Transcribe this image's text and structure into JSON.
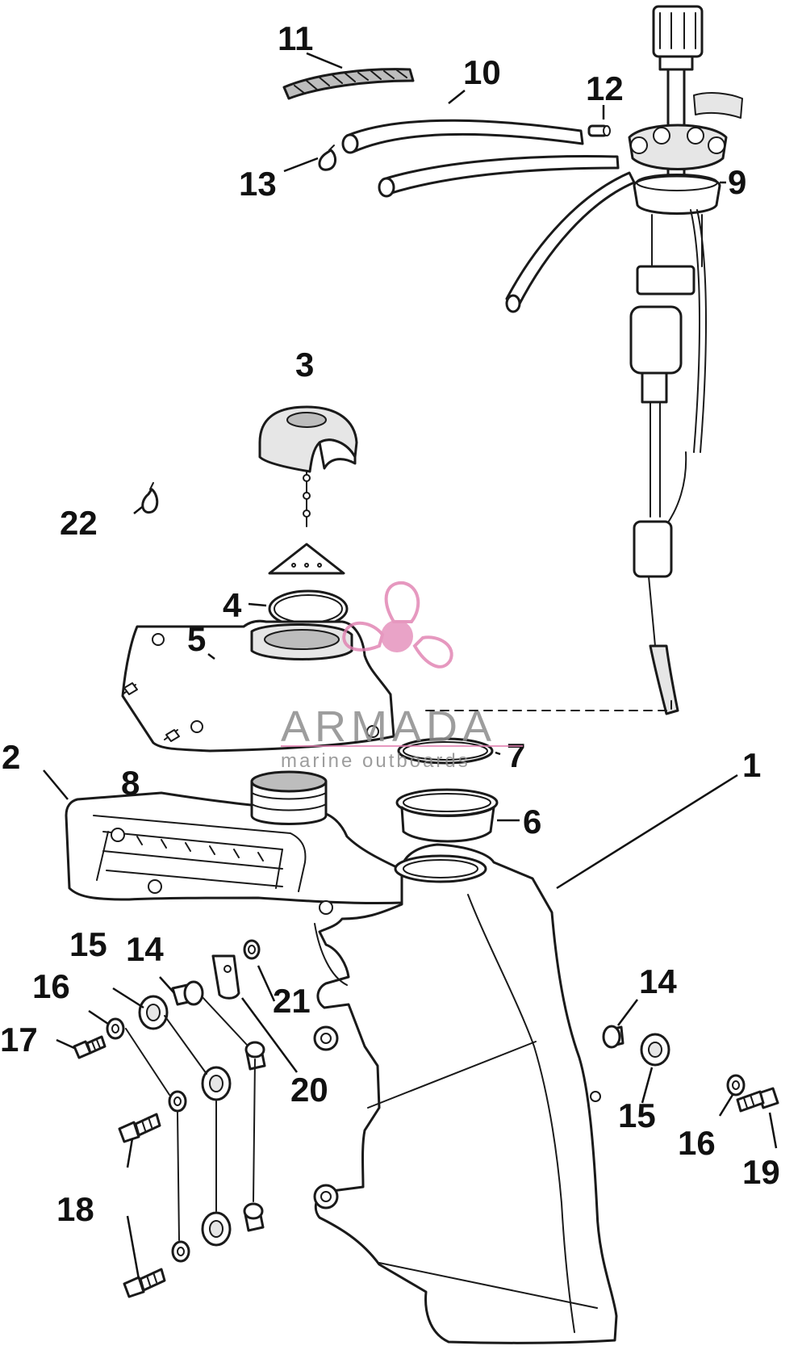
{
  "watermark": {
    "brand": "ARMADA",
    "tagline": "marine outboards",
    "accent_color": "#e07fb0",
    "icon": "propeller-icon"
  },
  "labels": {
    "l1": "1",
    "l2": "2",
    "l3": "3",
    "l4": "4",
    "l5": "5",
    "l6": "6",
    "l7": "7",
    "l8": "8",
    "l9": "9",
    "l10": "10",
    "l11": "11",
    "l12": "12",
    "l13": "13",
    "l14a": "14",
    "l14b": "14",
    "l15a": "15",
    "l15b": "15",
    "l16a": "16",
    "l16b": "16",
    "l17": "17",
    "l18": "18",
    "l19": "19",
    "l20": "20",
    "l21": "21",
    "l22": "22"
  }
}
